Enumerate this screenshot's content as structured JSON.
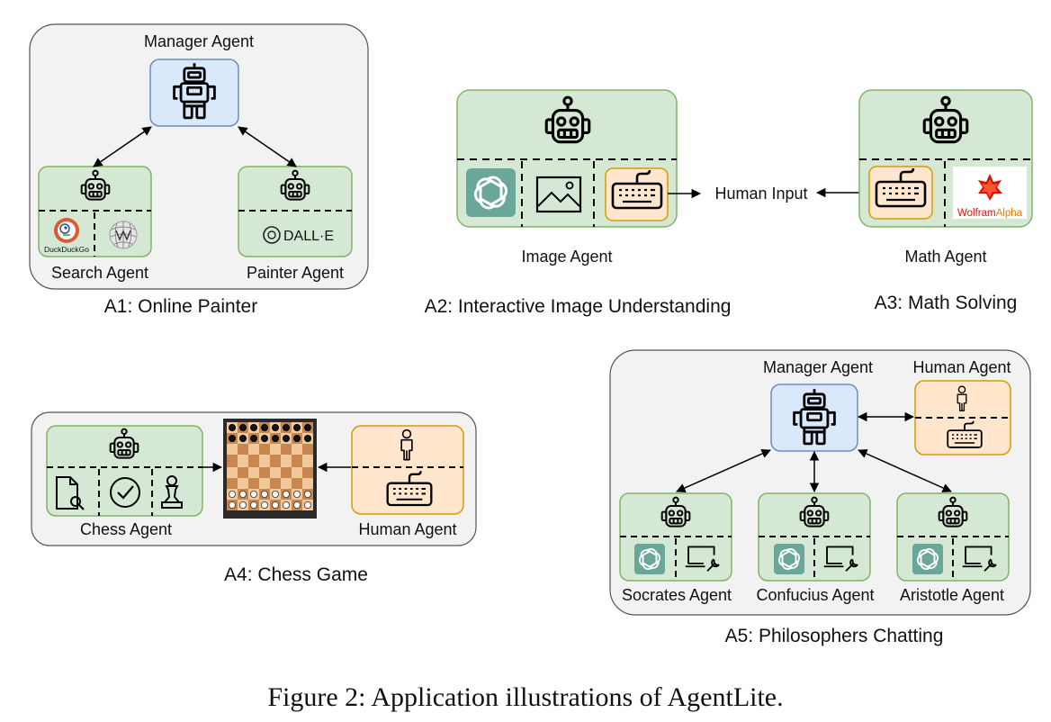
{
  "figure_caption": "Figure 2: Application illustrations of AgentLite.",
  "colors": {
    "group_bg": "#f2f2f2",
    "agent_green": "#d5e8d4",
    "green_border": "#82b366",
    "manager_blue": "#dae8fc",
    "blue_border": "#6c8ebf",
    "human_orange": "#ffe6cc",
    "orange_border": "#d79b00",
    "openai_teal": "#6aa69a",
    "duckduckgo_orange": "#de5833",
    "wolfram_red": "#dd1100"
  },
  "a1": {
    "caption": "A1: Online Painter",
    "manager_label": "Manager Agent",
    "search_label": "Search Agent",
    "painter_label": "Painter Agent",
    "duckduckgo_text": "DuckDuckGo",
    "dalle_text": "DALL·E"
  },
  "a2": {
    "caption": "A2: Interactive Image Understanding",
    "image_agent_label": "Image Agent",
    "human_input_label": "Human Input"
  },
  "a3": {
    "caption": "A3: Math Solving",
    "math_agent_label": "Math Agent",
    "wolfram_word1": "Wolfram",
    "wolfram_word2": "Alpha"
  },
  "a4": {
    "caption": "A4: Chess Game",
    "chess_agent_label": "Chess Agent",
    "human_agent_label": "Human Agent"
  },
  "a5": {
    "caption": "A5: Philosophers Chatting",
    "manager_label": "Manager Agent",
    "human_agent_label": "Human Agent",
    "socrates_label": "Socrates Agent",
    "confucius_label": "Confucius Agent",
    "aristotle_label": "Aristotle Agent"
  }
}
